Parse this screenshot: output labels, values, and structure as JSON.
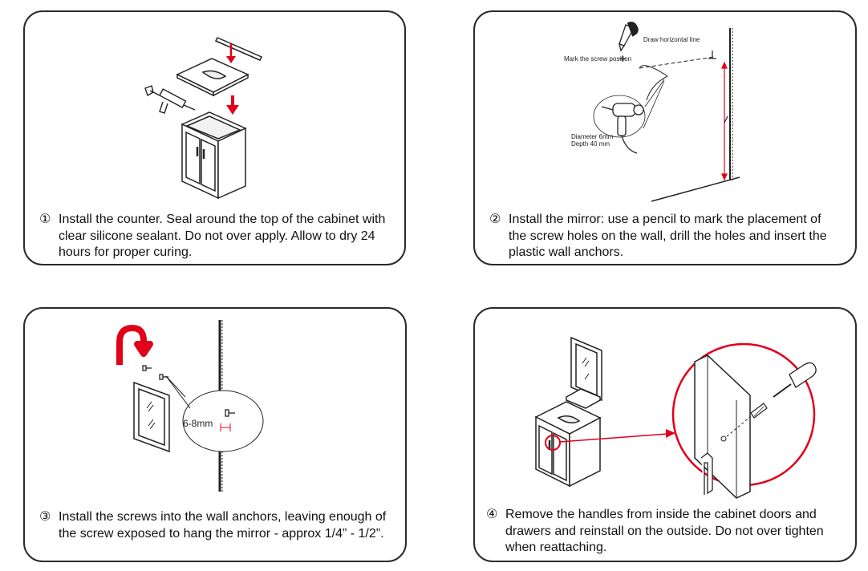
{
  "steps": [
    {
      "num": "①",
      "text": "Install the counter. Seal around the top of the cabinet with clear silicone sealant. Do not over apply. Allow to dry 24 hours for proper curing."
    },
    {
      "num": "②",
      "text": "Install the mirror: use a pencil to mark the placement of the screw holes on the wall, drill the holes and insert the plastic wall anchors."
    },
    {
      "num": "③",
      "text": "Install the screws into the wall anchors, leaving enough of the screw exposed to hang the mirror - approx 1/4” - 1/2”."
    },
    {
      "num": "④",
      "text": "Remove the handles from inside the cabinet doors and drawers and reinstall on the outside. Do not over tighten when reattaching."
    }
  ],
  "labels": {
    "draw_line": "Draw horizontal line",
    "mark_screw": "Mark the screw position",
    "diameter": "Diameter 6mm",
    "depth": "Depth 40 mm",
    "gap": "6-8mm"
  },
  "colors": {
    "accent": "#e2001a",
    "line": "#2a2a2a"
  },
  "icons": [
    "down-arrow-icon",
    "caulk-gun-icon",
    "pencil-icon",
    "drill-icon",
    "curved-arrow-icon",
    "screwdriver-icon",
    "screw-icon",
    "anchor-icon"
  ]
}
